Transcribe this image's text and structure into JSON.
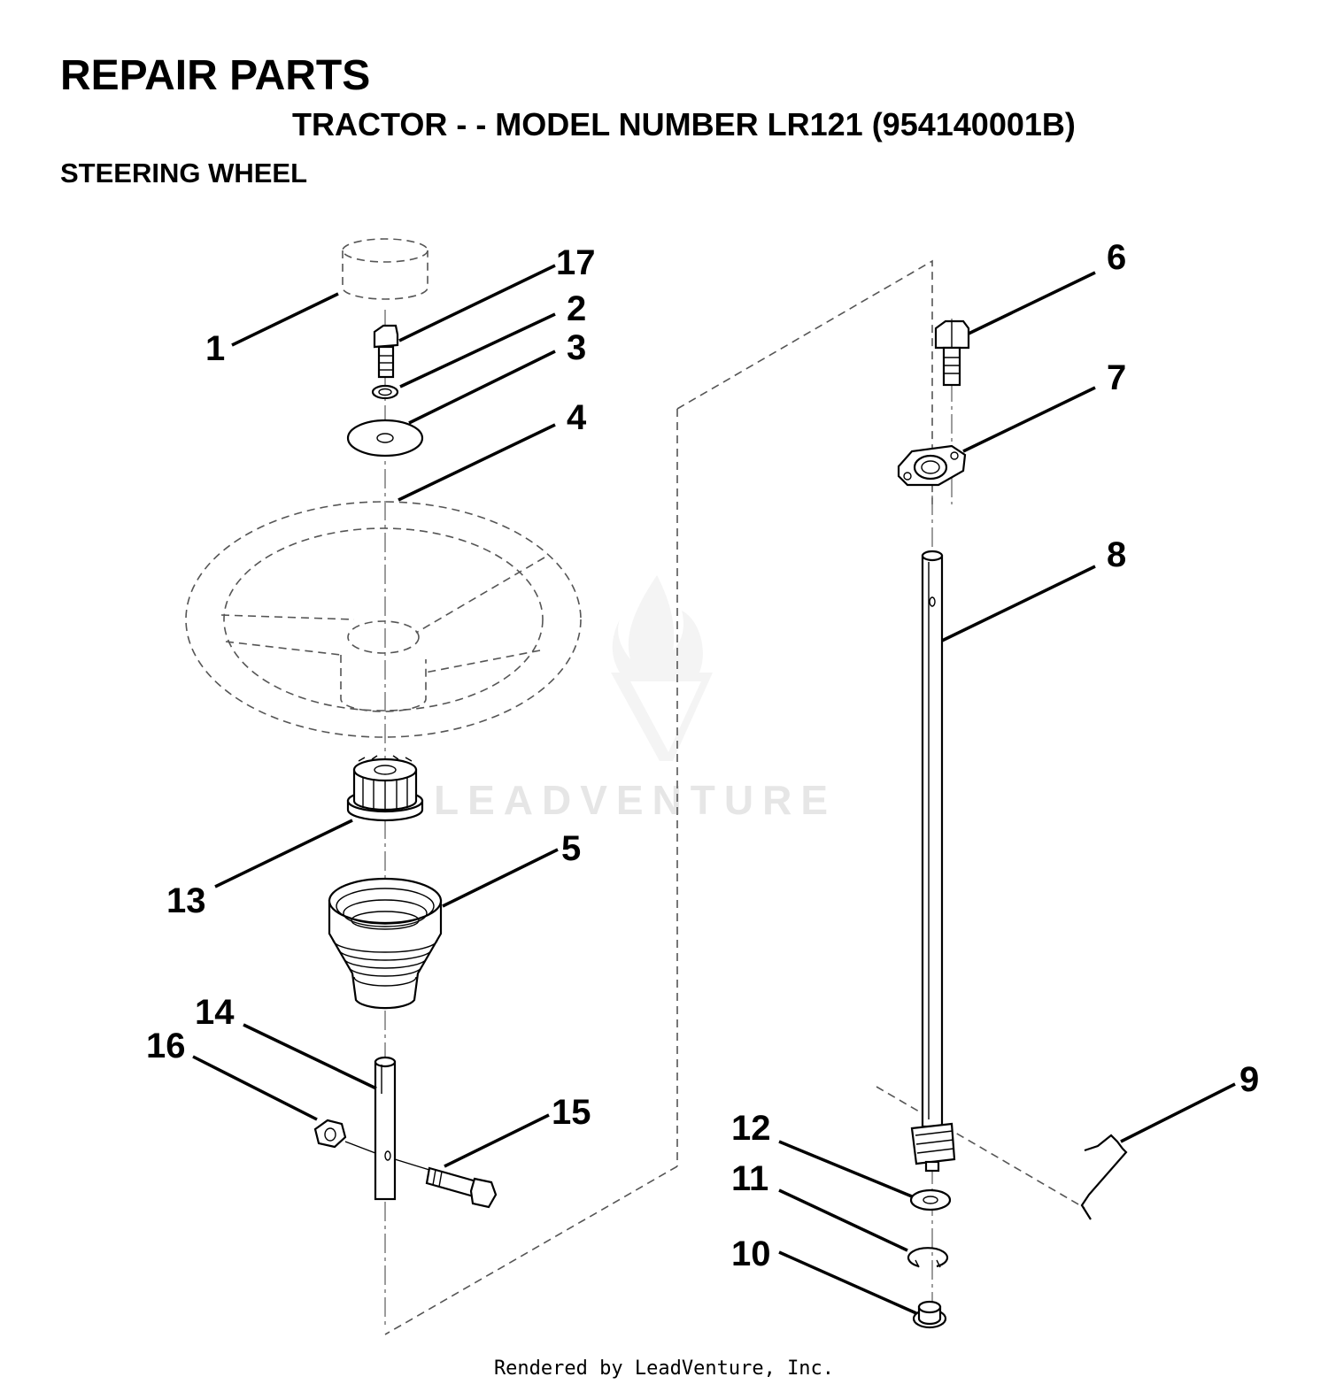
{
  "header": {
    "title": "REPAIR PARTS",
    "subtitle": "TRACTOR - - MODEL NUMBER LR121 (954140001B)",
    "section": "STEERING WHEEL"
  },
  "callouts": {
    "p1": "1",
    "p2": "2",
    "p3": "3",
    "p4": "4",
    "p5": "5",
    "p6": "6",
    "p7": "7",
    "p8": "8",
    "p9": "9",
    "p10": "10",
    "p11": "11",
    "p12": "12",
    "p13": "13",
    "p14": "14",
    "p15": "15",
    "p16": "16",
    "p17": "17"
  },
  "watermark": {
    "text": "LEADVENTURE",
    "icon": "leadventure-flame-logo"
  },
  "footer": {
    "text": "Rendered by LeadVenture, Inc."
  }
}
